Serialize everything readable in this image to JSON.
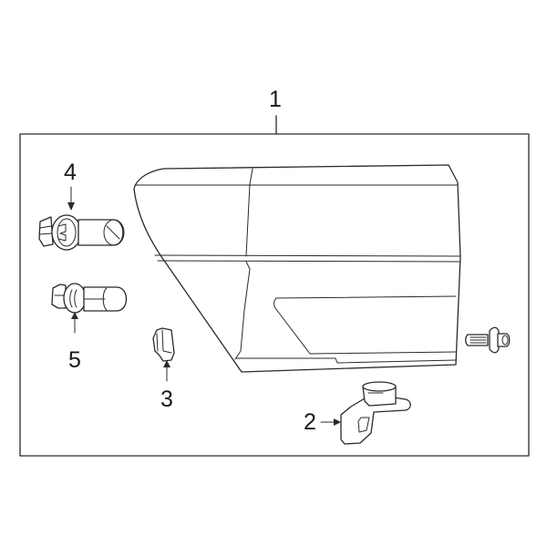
{
  "diagram": {
    "type": "exploded-parts-diagram",
    "subject": "tail lamp assembly",
    "colors": {
      "line": "#2a2a2a",
      "background": "#ffffff"
    },
    "callouts": [
      {
        "id": "1",
        "label": "1",
        "part": "lamp-assembly"
      },
      {
        "id": "2",
        "label": "2",
        "part": "mounting-bracket"
      },
      {
        "id": "3",
        "label": "3",
        "part": "clip"
      },
      {
        "id": "4",
        "label": "4",
        "part": "bulb-socket-large"
      },
      {
        "id": "5",
        "label": "5",
        "part": "bulb-socket-small"
      }
    ],
    "uncalled_parts": [
      "push-pin-fastener"
    ]
  }
}
